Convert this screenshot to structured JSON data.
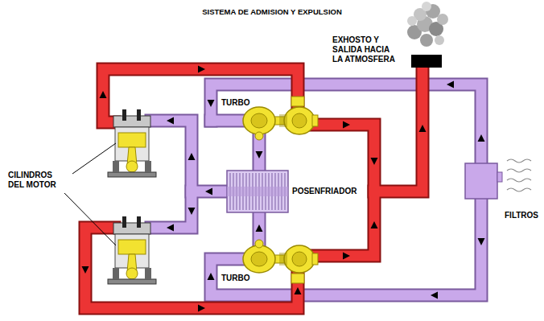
{
  "diagram": {
    "title": "SISTEMA DE ADMISION Y EXPULSION",
    "labels": [
      "EXHOSTO Y SALIDA HACIA LA ATMOSFERA",
      "TURBO",
      "POSENFRIADOR",
      "CILINDROS DEL MOTOR",
      "TURBO",
      "FILTROS"
    ]
  }
}
